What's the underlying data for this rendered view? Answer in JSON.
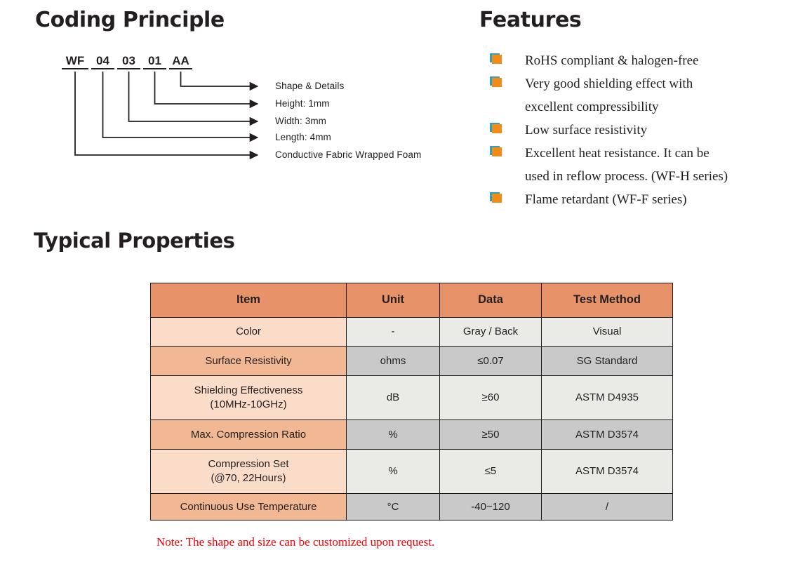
{
  "sections": {
    "coding_title": "Coding Principle",
    "features_title": "Features",
    "typical_title": "Typical Properties"
  },
  "coding": {
    "segments": [
      {
        "text": "WF"
      },
      {
        "text": "04"
      },
      {
        "text": "03"
      },
      {
        "text": "01"
      },
      {
        "text": "AA"
      }
    ],
    "labels": [
      "Shape & Details",
      "Height: 1mm",
      "Width: 3mm",
      "Length: 4mm",
      "Conductive Fabric Wrapped Foam"
    ]
  },
  "features": {
    "items": [
      "RoHS compliant & halogen-free",
      "Very good shielding effect with\nexcellent compressibility",
      "Low surface resistivity",
      "Excellent heat resistance. It can be\nused in reflow process. (WF-H series)",
      "Flame retardant (WF-F series)"
    ]
  },
  "table": {
    "headers": [
      "Item",
      "Unit",
      "Data",
      "Test Method"
    ],
    "rows": [
      {
        "item": "Color",
        "unit": "-",
        "data": "Gray / Back",
        "method": "Visual"
      },
      {
        "item": "Surface Resistivity",
        "unit": "ohms",
        "data": "≤0.07",
        "method": "SG Standard"
      },
      {
        "item": "Shielding Effectiveness\n(10MHz-10GHz)",
        "unit": "dB",
        "data": "≥60",
        "method": "ASTM D4935"
      },
      {
        "item": "Max. Compression Ratio",
        "unit": "%",
        "data": "≥50",
        "method": "ASTM D3574"
      },
      {
        "item": "Compression Set\n(@70, 22Hours)",
        "unit": "%",
        "data": "≤5",
        "method": "ASTM D3574"
      },
      {
        "item": "Continuous Use Temperature",
        "unit": "°C",
        "data": "-40~120",
        "method": "/"
      }
    ],
    "note": "Note: The shape and size can be customized upon request."
  },
  "colors": {
    "header_fill": "#e8926a",
    "row_item_light": "#fbdcc8",
    "row_item_dark": "#f2b894",
    "row_val_light": "#eaeae6",
    "row_val_dark": "#c9c9c9",
    "bullet_orange": "#f28c15",
    "bullet_blue": "#2f9fc6",
    "note_red": "#fb0007",
    "ink": "#231f20"
  }
}
